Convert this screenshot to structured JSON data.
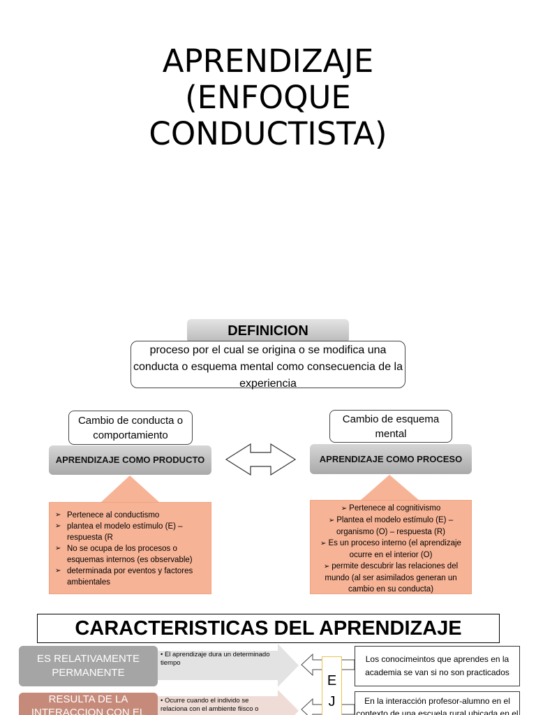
{
  "title": "APRENDIZAJE\n(ENFOQUE\nCONDUCTISTA)",
  "definicion": {
    "header": "DEFINICION",
    "body": "proceso por el cual se origina o se modifica una conducta o esquema mental como consecuencia de la experiencia"
  },
  "producto": {
    "label": "Cambio de conducta o comportamiento",
    "header": "APRENDIZAJE COMO PRODUCTO",
    "items": [
      "Pertenece al conductismo",
      "plantea el modelo estímulo (E) – respuesta (R",
      "No se ocupa de los procesos o esquemas internos (es observable)",
      "determinada por eventos y factores ambientales"
    ]
  },
  "proceso": {
    "label": "Cambio de esquema mental",
    "header": "APRENDIZAJE COMO PROCESO",
    "items": [
      "Pertenece al cognitivismo",
      "Plantea el modelo estímulo (E) – organismo (O) – respuesta (R)",
      "Es un proceso interno (el aprendizaje ocurre en el interior (O)",
      "permite descubrir las relaciones del mundo (al ser asimilados generan un cambio en su conducta)"
    ]
  },
  "caracteristicas": {
    "title": "CARACTERISTICAS DEL APRENDIZAJE",
    "ej_letters": [
      "E",
      "J"
    ],
    "features": [
      {
        "label": "ES RELATIVAMENTE PERMANENTE",
        "note": "El aprendizaje dura un determinado tiempo",
        "example": "Los conocimeintos que aprendes en la academia se van si no son practicados"
      },
      {
        "label": "RESULTA DE LA INTERACCION CON EL",
        "note": "Ocurre cuando el individo se relaciona con el ambiente fiisco o",
        "example": "En la interacción profesor-alumno en el contexto de una escuela rural ubicada en el"
      }
    ]
  },
  "colors": {
    "orange": "#f6b396",
    "grey_header": "#b9b9b9",
    "feature_grey": "#a5a5a5",
    "feature_rose": "#c68a7a",
    "ej_border": "#e8c34c"
  }
}
